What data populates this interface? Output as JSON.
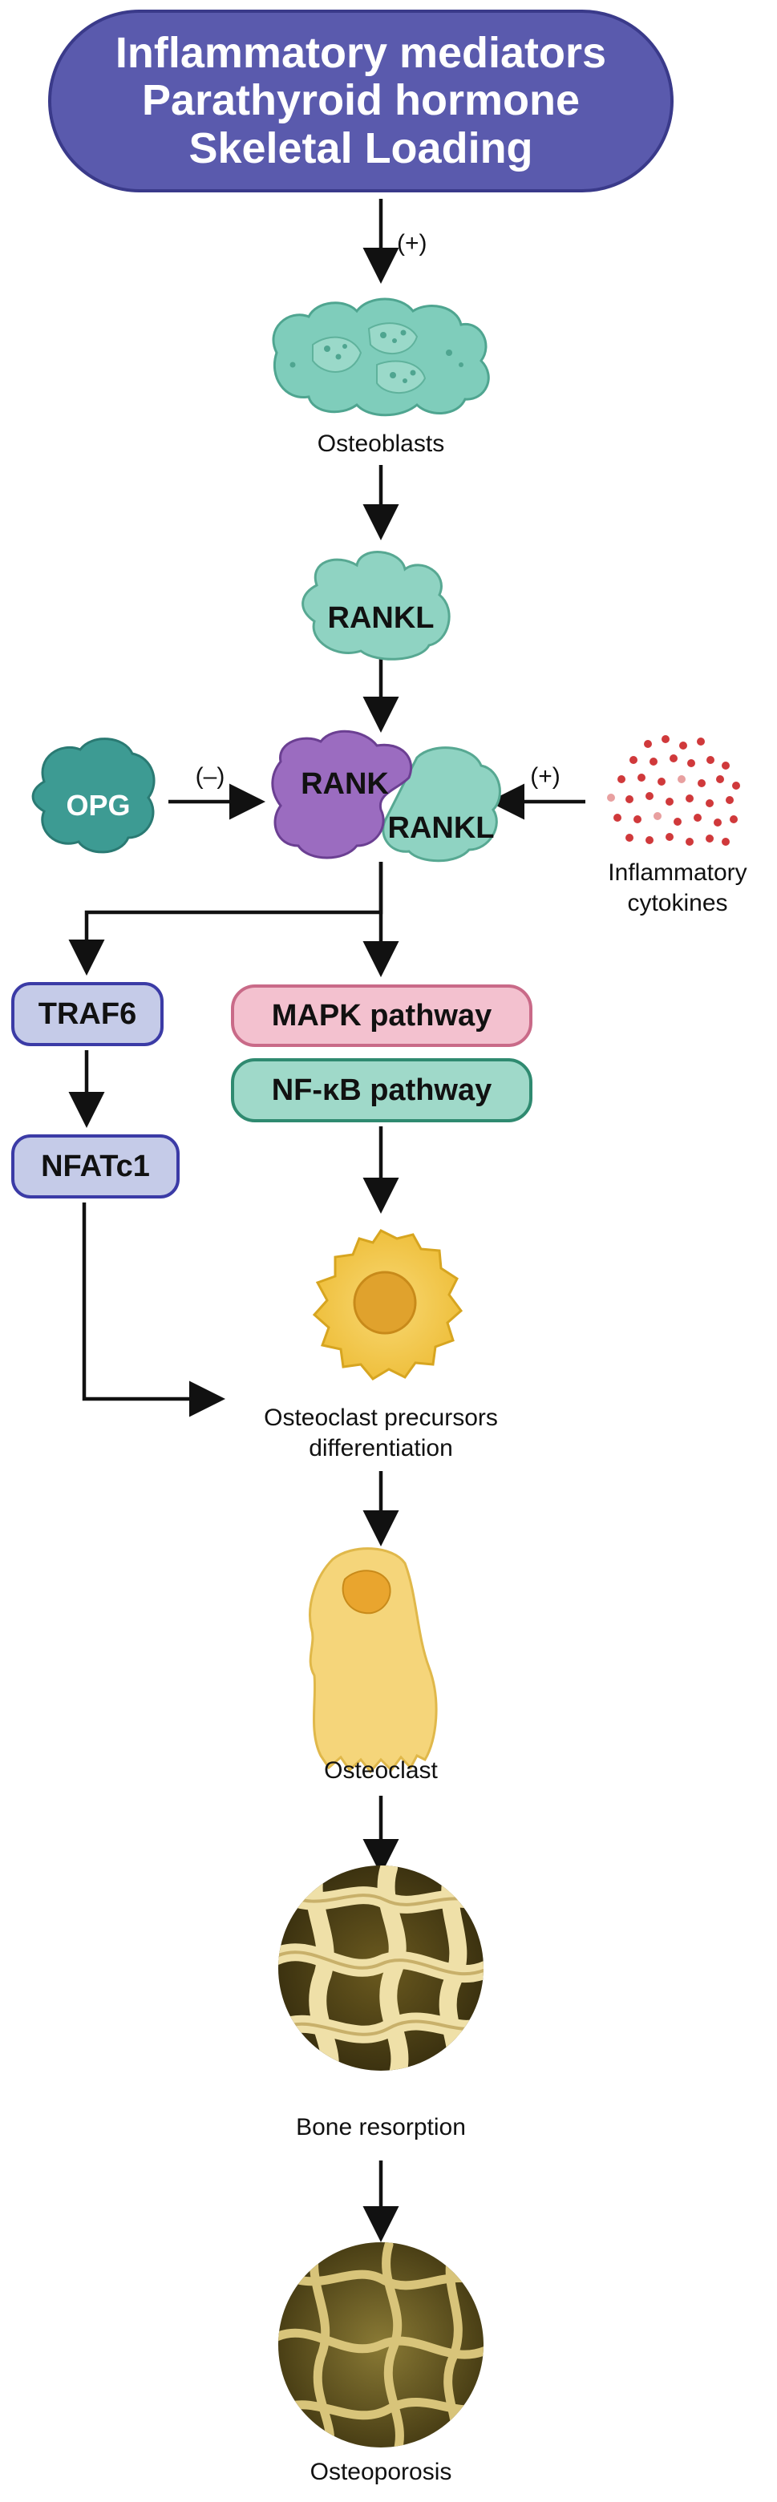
{
  "header": {
    "line1": "Inflammatory mediators",
    "line2": "Parathyroid hormone",
    "line3": "Skeletal Loading"
  },
  "signs": {
    "plus_top": "(+)",
    "minus_opg": "(–)",
    "plus_cytokines": "(+)"
  },
  "nodes": {
    "osteoblasts": "Osteoblasts",
    "rankl_top": "RANKL",
    "rank": "RANK",
    "rankl_complex": "RANKL",
    "opg": "OPG",
    "inflammatory_cytokines_1": "Inflammatory",
    "inflammatory_cytokines_2": "cytokines",
    "traf6": "TRAF6",
    "nfatc1": "NFATc1",
    "mapk": "MAPK pathway",
    "nfkb": "NF-κB pathway",
    "precursors_1": "Osteoclast precursors",
    "precursors_2": "differentiation",
    "osteoclast": "Osteoclast",
    "bone_resorption": "Bone resorption",
    "osteoporosis": "Osteoporosis"
  },
  "colors": {
    "header_fill": "#5a5aad",
    "osteoblast": "#7fcdbb",
    "rank": "#9b6cc0",
    "rankl": "#8fd3c2",
    "opg": "#3d9b93",
    "cytokine_dots": "#d0393b",
    "traf_nfat_fill": "#c5cbe8",
    "mapk_fill": "#f3c1cf",
    "nfkb_fill": "#9fd9c9",
    "osteoclast": "#f2c84b",
    "bone": "#e9d49a"
  }
}
